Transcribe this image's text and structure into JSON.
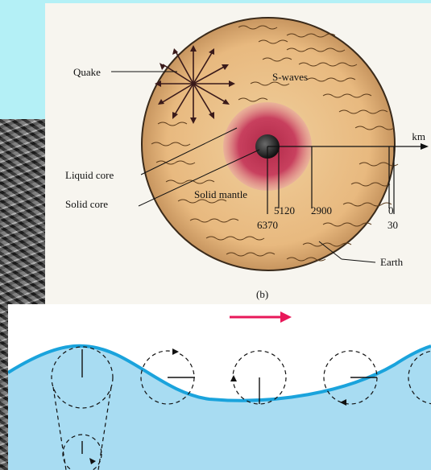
{
  "earth_diagram": {
    "labels": {
      "quake": "Quake",
      "s_waves": "S-waves",
      "km": "km",
      "liquid_core": "Liquid core",
      "solid_core": "Solid core",
      "solid_mantle": "Solid mantle",
      "earth": "Earth",
      "panel_caption": "(b)"
    },
    "depth_ticks": {
      "d5120": "5120",
      "d2900": "2900",
      "d0": "0",
      "d6370": "6370",
      "d30": "30"
    },
    "colors": {
      "mantle": "#e9bf86",
      "liquid_core": "#c8405e",
      "solid_core": "#1e1e1e",
      "panel_bg": "#f7f5ef",
      "page_bg": "#b4f0f6"
    }
  },
  "wave_diagram": {
    "direction_arrow_color": "#e8185a",
    "water_color": "#a8dcf2",
    "surface_color": "#1aa3dc"
  }
}
